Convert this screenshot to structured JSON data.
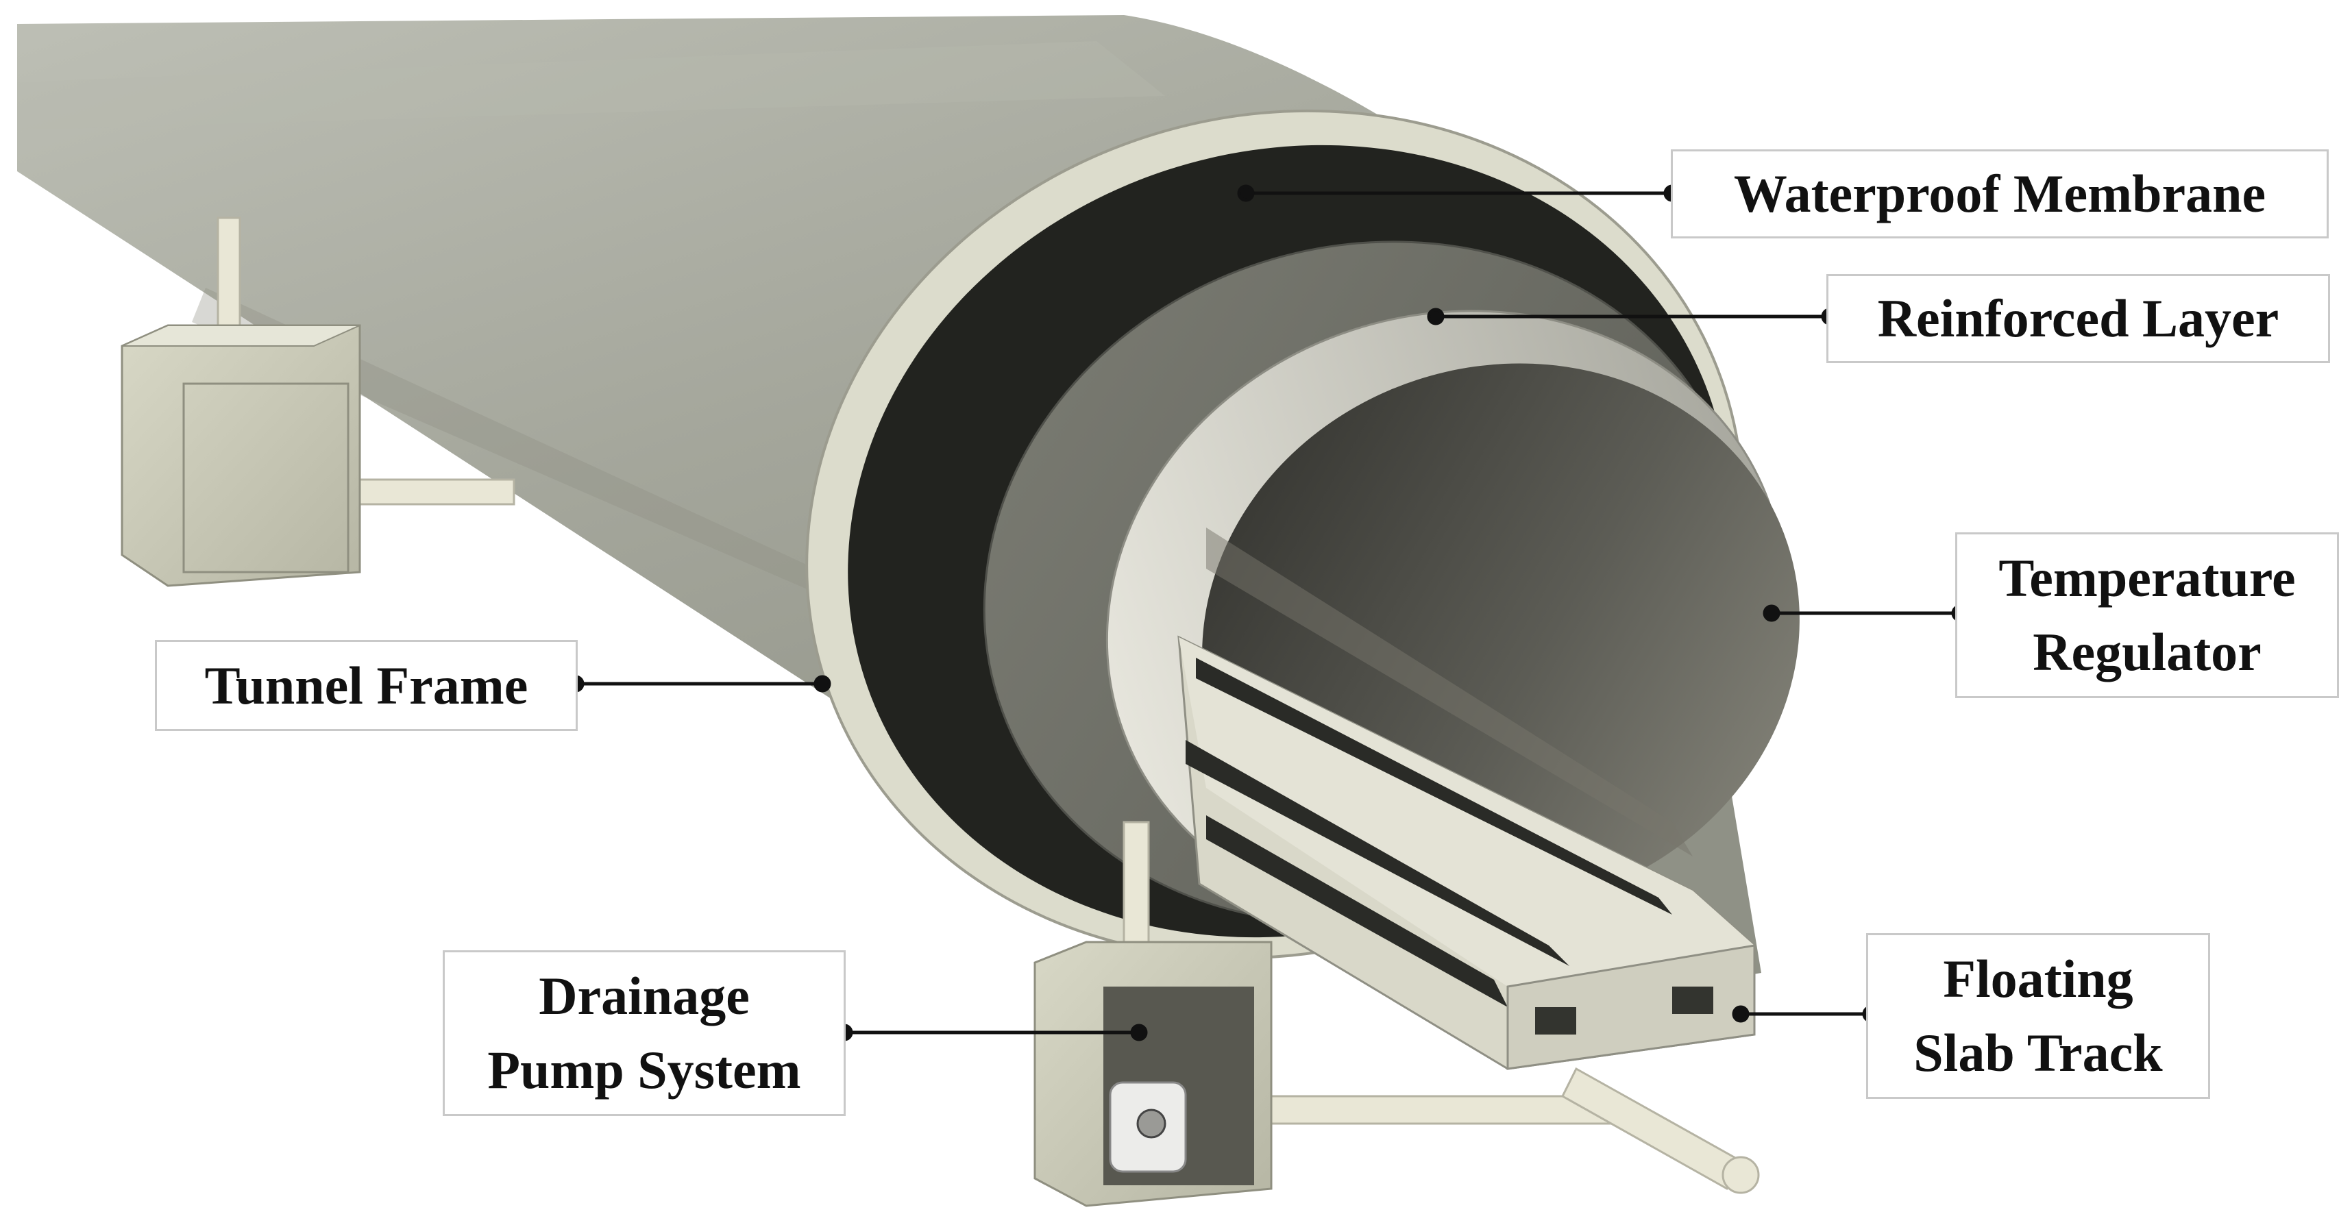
{
  "labels": {
    "waterproof_membrane": "Waterproof Membrane",
    "reinforced_layer": "Reinforced Layer",
    "temperature_regulator_line1": "Temperature",
    "temperature_regulator_line2": "Regulator",
    "tunnel_frame": "Tunnel Frame",
    "drainage_pump_line1": "Drainage",
    "drainage_pump_line2": "Pump System",
    "floating_slab_line1": "Floating",
    "floating_slab_line2": "Slab Track"
  },
  "colors": {
    "concrete_outer": "#a9aba0",
    "concrete_rim": "#dcdccc",
    "membrane": "#22231f",
    "reinforced": "#6d6e66",
    "regulator": "#c9c9bf",
    "interior": "#55554f",
    "pipe": "#e9e7d6",
    "leader": "#111111"
  }
}
